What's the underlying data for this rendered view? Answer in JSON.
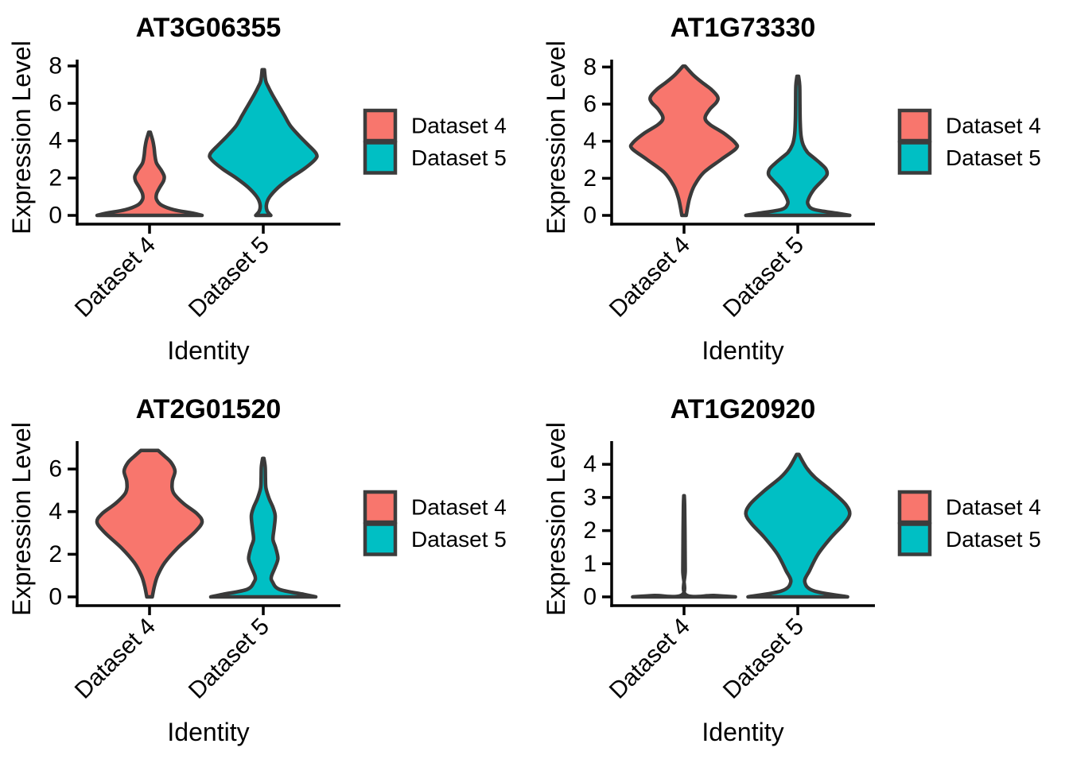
{
  "figure": {
    "background": "#ffffff",
    "layout": "2x2 grid of violin plots"
  },
  "colors": {
    "dataset4_fill": "#F8766D",
    "dataset5_fill": "#00BFC4",
    "violin_outline": "#3A3A3A",
    "legend_key_border": "#3C3C3C",
    "axis": "#000000",
    "text": "#000000"
  },
  "legend_items": [
    {
      "label": "Dataset 4",
      "color": "#F8766D"
    },
    {
      "label": "Dataset 5",
      "color": "#00BFC4"
    }
  ],
  "chart_data": [
    {
      "type": "violin",
      "title": "AT3G06355",
      "xlabel": "Identity",
      "ylabel": "Expression Level",
      "categories": [
        "Dataset 4",
        "Dataset 5"
      ],
      "yticks": [
        0,
        2,
        4,
        6,
        8
      ],
      "ylim": [
        0,
        8.34
      ],
      "legend": [
        "Dataset 4",
        "Dataset 5"
      ],
      "violins": [
        {
          "category": "Dataset 4",
          "color": "#F8766D",
          "value_range": [
            0,
            4.45
          ],
          "profile": [
            [
              0,
              0.97
            ],
            [
              0.12,
              0.8
            ],
            [
              0.3,
              0.45
            ],
            [
              0.55,
              0.22
            ],
            [
              0.85,
              0.13
            ],
            [
              1.15,
              0.13
            ],
            [
              1.5,
              0.19
            ],
            [
              1.85,
              0.26
            ],
            [
              2.1,
              0.27
            ],
            [
              2.4,
              0.22
            ],
            [
              2.8,
              0.13
            ],
            [
              3.2,
              0.1
            ],
            [
              3.6,
              0.085
            ],
            [
              4.0,
              0.06
            ],
            [
              4.45,
              0.015
            ]
          ]
        },
        {
          "category": "Dataset 5",
          "color": "#00BFC4",
          "value_range": [
            0,
            7.8
          ],
          "profile": [
            [
              0,
              0.14
            ],
            [
              0.25,
              0.07
            ],
            [
              0.6,
              0.06
            ],
            [
              1.0,
              0.12
            ],
            [
              1.5,
              0.28
            ],
            [
              2.0,
              0.5
            ],
            [
              2.5,
              0.76
            ],
            [
              3.0,
              0.96
            ],
            [
              3.3,
              0.98
            ],
            [
              3.8,
              0.82
            ],
            [
              4.3,
              0.65
            ],
            [
              4.8,
              0.5
            ],
            [
              5.3,
              0.4
            ],
            [
              5.7,
              0.32
            ],
            [
              6.1,
              0.24
            ],
            [
              6.5,
              0.16
            ],
            [
              6.9,
              0.09
            ],
            [
              7.2,
              0.045
            ],
            [
              7.8,
              0.02
            ]
          ]
        }
      ]
    },
    {
      "type": "violin",
      "title": "AT1G73330",
      "xlabel": "Identity",
      "ylabel": "Expression Level",
      "categories": [
        "Dataset 4",
        "Dataset 5"
      ],
      "yticks": [
        0,
        2,
        4,
        6,
        8
      ],
      "ylim": [
        0,
        8.4
      ],
      "legend": [
        "Dataset 4",
        "Dataset 5"
      ],
      "violins": [
        {
          "category": "Dataset 4",
          "color": "#F8766D",
          "value_range": [
            0,
            8.05
          ],
          "profile": [
            [
              0,
              0.04
            ],
            [
              0.5,
              0.07
            ],
            [
              1.0,
              0.11
            ],
            [
              1.6,
              0.19
            ],
            [
              2.3,
              0.36
            ],
            [
              3.0,
              0.68
            ],
            [
              3.6,
              0.96
            ],
            [
              3.9,
              0.95
            ],
            [
              4.4,
              0.75
            ],
            [
              4.9,
              0.48
            ],
            [
              5.25,
              0.39
            ],
            [
              5.7,
              0.47
            ],
            [
              6.1,
              0.6
            ],
            [
              6.4,
              0.62
            ],
            [
              6.8,
              0.5
            ],
            [
              7.2,
              0.32
            ],
            [
              7.6,
              0.16
            ],
            [
              8.05,
              0.02
            ]
          ]
        },
        {
          "category": "Dataset 5",
          "color": "#00BFC4",
          "value_range": [
            0,
            7.5
          ],
          "profile": [
            [
              0,
              0.96
            ],
            [
              0.12,
              0.72
            ],
            [
              0.32,
              0.3
            ],
            [
              0.6,
              0.19
            ],
            [
              0.9,
              0.2
            ],
            [
              1.4,
              0.3
            ],
            [
              1.9,
              0.46
            ],
            [
              2.2,
              0.54
            ],
            [
              2.5,
              0.52
            ],
            [
              2.8,
              0.42
            ],
            [
              3.1,
              0.3
            ],
            [
              3.4,
              0.18
            ],
            [
              3.8,
              0.1
            ],
            [
              4.3,
              0.06
            ],
            [
              5.0,
              0.045
            ],
            [
              6.0,
              0.04
            ],
            [
              7.0,
              0.035
            ],
            [
              7.5,
              0.015
            ]
          ]
        }
      ]
    },
    {
      "type": "violin",
      "title": "AT2G01520",
      "xlabel": "Identity",
      "ylabel": "Expression Level",
      "categories": [
        "Dataset 4",
        "Dataset 5"
      ],
      "yticks": [
        0,
        2,
        4,
        6
      ],
      "ylim": [
        0,
        7.31
      ],
      "legend": [
        "Dataset 4",
        "Dataset 5"
      ],
      "violins": [
        {
          "category": "Dataset 4",
          "color": "#F8766D",
          "value_range": [
            0,
            6.87
          ],
          "profile": [
            [
              0,
              0.05
            ],
            [
              0.5,
              0.09
            ],
            [
              1.0,
              0.15
            ],
            [
              1.6,
              0.28
            ],
            [
              2.3,
              0.52
            ],
            [
              3.0,
              0.82
            ],
            [
              3.5,
              0.97
            ],
            [
              3.9,
              0.88
            ],
            [
              4.4,
              0.62
            ],
            [
              4.9,
              0.44
            ],
            [
              5.4,
              0.42
            ],
            [
              5.9,
              0.47
            ],
            [
              6.3,
              0.4
            ],
            [
              6.6,
              0.28
            ],
            [
              6.87,
              0.16
            ]
          ]
        },
        {
          "category": "Dataset 5",
          "color": "#00BFC4",
          "value_range": [
            0,
            6.5
          ],
          "profile": [
            [
              0,
              0.97
            ],
            [
              0.12,
              0.75
            ],
            [
              0.35,
              0.3
            ],
            [
              0.7,
              0.17
            ],
            [
              0.95,
              0.15
            ],
            [
              1.4,
              0.22
            ],
            [
              1.8,
              0.27
            ],
            [
              2.3,
              0.23
            ],
            [
              2.7,
              0.18
            ],
            [
              3.2,
              0.2
            ],
            [
              3.8,
              0.22
            ],
            [
              4.2,
              0.18
            ],
            [
              4.6,
              0.11
            ],
            [
              5.1,
              0.05
            ],
            [
              5.6,
              0.04
            ],
            [
              6.1,
              0.035
            ],
            [
              6.5,
              0.012
            ]
          ]
        }
      ]
    },
    {
      "type": "violin",
      "title": "AT1G20920",
      "xlabel": "Identity",
      "ylabel": "Expression Level",
      "categories": [
        "Dataset 4",
        "Dataset 5"
      ],
      "yticks": [
        0,
        1,
        2,
        3,
        4
      ],
      "ylim": [
        0,
        4.7
      ],
      "legend": [
        "Dataset 4",
        "Dataset 5"
      ],
      "violins": [
        {
          "category": "Dataset 4",
          "color": "#F8766D",
          "value_range": [
            0,
            3.05
          ],
          "profile": [
            [
              0,
              0.95
            ],
            [
              0.04,
              0.55
            ],
            [
              0.07,
              0.03
            ],
            [
              0.8,
              0.022
            ],
            [
              1.8,
              0.018
            ],
            [
              2.7,
              0.012
            ],
            [
              3.05,
              0.004
            ]
          ]
        },
        {
          "category": "Dataset 5",
          "color": "#00BFC4",
          "value_range": [
            0,
            4.3
          ],
          "profile": [
            [
              0,
              0.92
            ],
            [
              0.18,
              0.3
            ],
            [
              0.45,
              0.13
            ],
            [
              0.8,
              0.22
            ],
            [
              1.3,
              0.38
            ],
            [
              1.8,
              0.62
            ],
            [
              2.2,
              0.85
            ],
            [
              2.5,
              0.96
            ],
            [
              2.8,
              0.88
            ],
            [
              3.2,
              0.62
            ],
            [
              3.6,
              0.32
            ],
            [
              3.9,
              0.16
            ],
            [
              4.3,
              0.02
            ]
          ]
        }
      ]
    }
  ]
}
